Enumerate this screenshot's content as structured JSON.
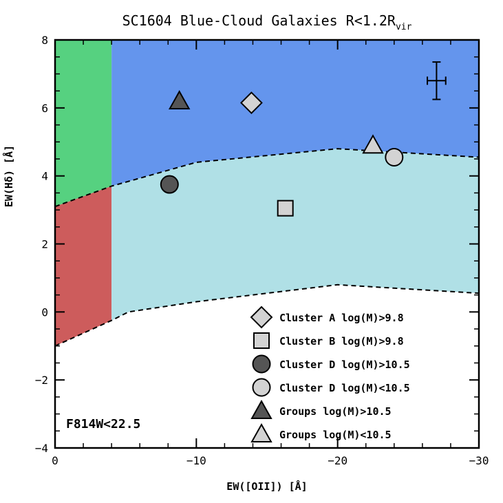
{
  "chart_data": {
    "type": "scatter",
    "title": "SC1604 Blue-Cloud Galaxies R<1.2R",
    "title_subscript": "vir",
    "xlabel": "EW([OII]) [Å]",
    "ylabel": "EW(Hδ) [Å]",
    "xlim": [
      0,
      -30
    ],
    "ylim": [
      -4,
      8
    ],
    "x_ticks": [
      0,
      -10,
      -20,
      -30
    ],
    "x_tick_labels": [
      "0",
      "−10",
      "−20",
      "−30"
    ],
    "y_ticks": [
      -4,
      -2,
      0,
      2,
      4,
      6,
      8
    ],
    "y_tick_labels": [
      "−4",
      "−2",
      "0",
      "2",
      "4",
      "6",
      "8"
    ],
    "grid": false,
    "legend_position": "bottom-right",
    "regions": {
      "blue_fill": "#6495ed",
      "green_fill": "#56d180",
      "red_fill": "#cd5c5c",
      "cyan_fill": "#b0e0e6",
      "vertical_boundary_x": -4,
      "upper_boundary": [
        [
          0,
          3.1
        ],
        [
          -4,
          3.7
        ],
        [
          -10,
          4.4
        ],
        [
          -20,
          4.8
        ],
        [
          -30,
          4.55
        ]
      ],
      "lower_boundary": [
        [
          0,
          -1
        ],
        [
          -4,
          -0.25
        ],
        [
          -5.2,
          0
        ],
        [
          -10,
          0.3
        ],
        [
          -20,
          0.8
        ],
        [
          -30,
          0.55
        ]
      ]
    },
    "series": [
      {
        "name": "Cluster A log(M)>9.8",
        "marker": "diamond",
        "color": "#d3d3d3",
        "points": [
          {
            "x": -13.9,
            "y": 6.15
          }
        ]
      },
      {
        "name": "Cluster B log(M)>9.8",
        "marker": "square",
        "color": "#d3d3d3",
        "points": [
          {
            "x": -16.3,
            "y": 3.05
          }
        ]
      },
      {
        "name": "Cluster D log(M)>10.5",
        "marker": "circle",
        "color": "#555555",
        "points": [
          {
            "x": -8.1,
            "y": 3.75
          }
        ]
      },
      {
        "name": "Cluster D log(M)<10.5",
        "marker": "circle",
        "color": "#d3d3d3",
        "points": [
          {
            "x": -24.0,
            "y": 4.55
          }
        ]
      },
      {
        "name": "Groups log(M)>10.5",
        "marker": "triangle",
        "color": "#555555",
        "points": [
          {
            "x": -8.8,
            "y": 6.2
          }
        ]
      },
      {
        "name": "Groups log(M)<10.5",
        "marker": "triangle",
        "color": "#d3d3d3",
        "points": [
          {
            "x": -22.5,
            "y": 4.9
          }
        ]
      }
    ],
    "error_bar": {
      "x": -27,
      "y": 6.8,
      "x_err": 0.65,
      "y_err": 0.55
    },
    "annotation": "F814W<22.5"
  }
}
